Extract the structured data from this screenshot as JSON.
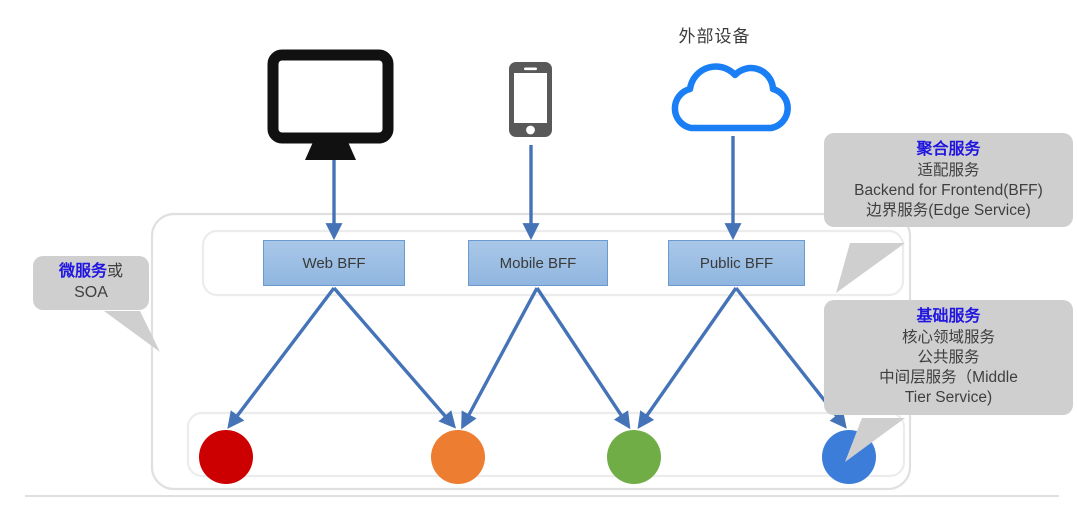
{
  "diagram": {
    "title": "外部设备",
    "devices": [
      {
        "name": "desktop-monitor-icon",
        "color": "#111111"
      },
      {
        "name": "mobile-phone-icon",
        "color": "#595959"
      },
      {
        "name": "cloud-icon",
        "color": "#1a7ef5"
      }
    ],
    "bff_layer": {
      "boxes": [
        {
          "label": "Web BFF",
          "fill": "#9dbfe4",
          "stroke": "#6a9bd0"
        },
        {
          "label": "Mobile BFF",
          "fill": "#9dbfe4",
          "stroke": "#6a9bd0"
        },
        {
          "label": "Public BFF",
          "fill": "#9dbfe4",
          "stroke": "#6a9bd0"
        }
      ]
    },
    "service_layer": {
      "nodes": [
        {
          "name": "service-node-red",
          "color": "#CC0000"
        },
        {
          "name": "service-node-orange",
          "color": "#ED7D31"
        },
        {
          "name": "service-node-green",
          "color": "#70AD47"
        },
        {
          "name": "service-node-blue",
          "color": "#3B7DD8"
        }
      ]
    },
    "callouts": {
      "aggregate": {
        "header": "聚合服务",
        "lines": [
          "适配服务",
          "Backend for Frontend(BFF)",
          "边界服务(Edge Service)"
        ]
      },
      "base": {
        "header": "基础服务",
        "lines": [
          "核心领域服务",
          "公共服务",
          "中间层服务（Middle",
          "Tier Service)"
        ]
      },
      "micro": {
        "header": "微服务",
        "header_tail": "或",
        "lines": [
          "SOA"
        ]
      }
    },
    "colors": {
      "arrow": "#4573B8",
      "callout_bg": "#cfcfcf",
      "callout_header": "#2116e0",
      "container_stroke": "#e2e2e2"
    }
  }
}
